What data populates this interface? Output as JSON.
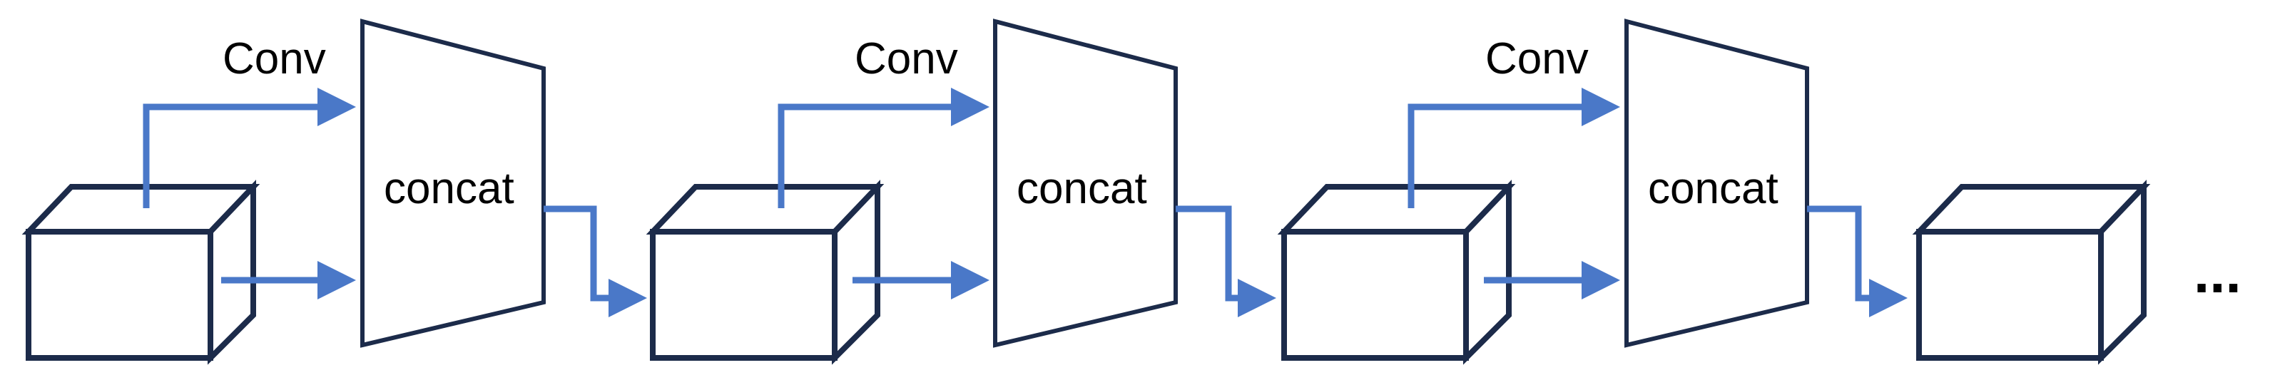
{
  "diagram": {
    "stages": [
      {
        "conv_label": "Conv",
        "concat_label": "concat"
      },
      {
        "conv_label": "Conv",
        "concat_label": "concat"
      },
      {
        "conv_label": "Conv",
        "concat_label": "concat"
      }
    ],
    "trailing_text": "...",
    "colors": {
      "outline": "#1c2b4a",
      "arrow": "#4a78c8",
      "background": "#ffffff"
    }
  }
}
